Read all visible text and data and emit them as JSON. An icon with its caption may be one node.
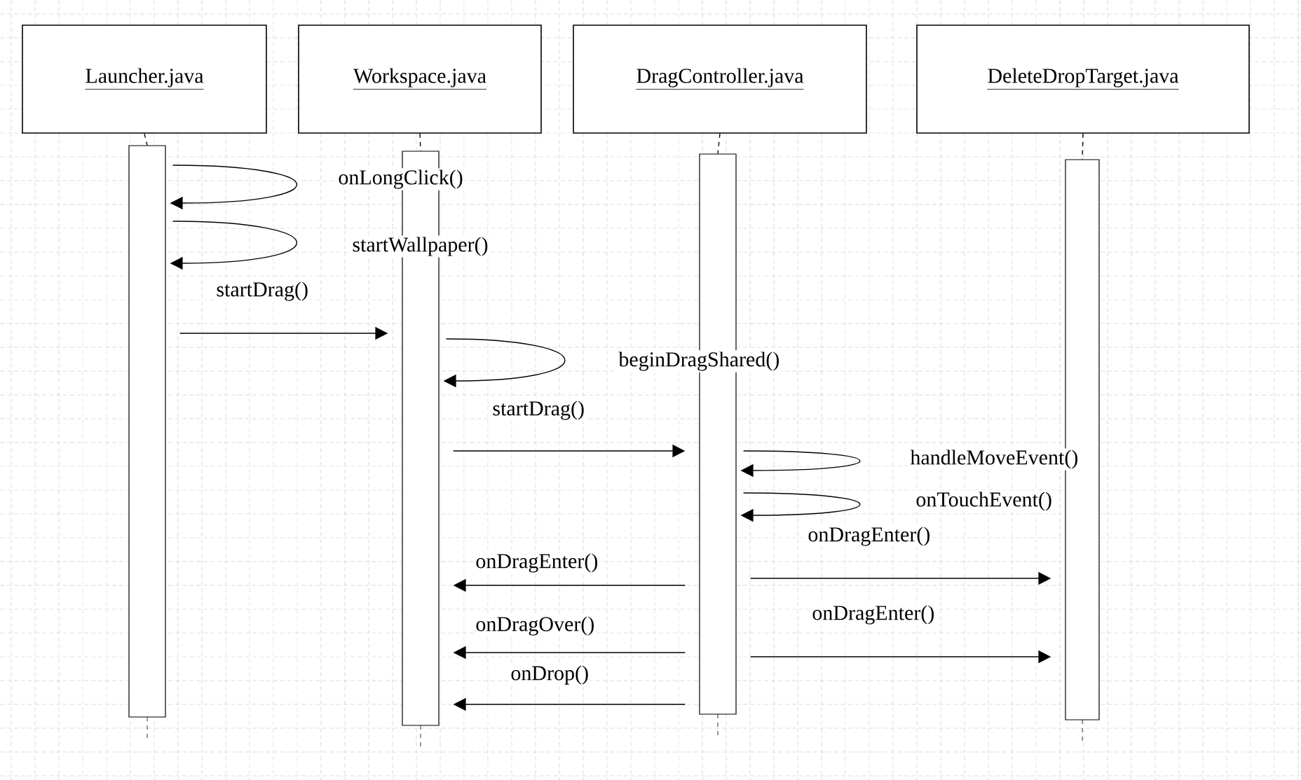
{
  "diagram": {
    "nodes": [
      {
        "text": [
          "Launcher.java"
        ]
      },
      {
        "text": [
          "Workspace.java"
        ]
      },
      {
        "text": [
          "DragController.java"
        ]
      },
      {
        "text": [
          "DeleteDropTarget.java"
        ]
      },
      {
        "text": [],
        "shape": "bar"
      },
      {
        "text": [],
        "shape": "bar"
      },
      {
        "text": [],
        "shape": "bar"
      },
      {
        "text": [],
        "shape": "bar"
      }
    ],
    "edges": [
      {
        "from": 0,
        "to": 4,
        "arrow": "none",
        "style": "dashed"
      },
      {
        "from": 1,
        "to": 5,
        "arrow": "none",
        "style": "dashed"
      },
      {
        "from": 2,
        "to": 6,
        "arrow": "none",
        "style": "dashed"
      },
      {
        "from": 3,
        "to": 7,
        "arrow": "none",
        "style": "dashed"
      },
      {
        "from": 4,
        "to": 4,
        "arrow": "to",
        "label": "onLongClick()"
      },
      {
        "from": 4,
        "to": 4,
        "arrow": "to",
        "label": "startWallpaper()"
      },
      {
        "from": 4,
        "to": 5,
        "arrow": "to",
        "label": "startDrag()"
      },
      {
        "from": 5,
        "to": 5,
        "arrow": "to",
        "label": "beginDragShared()"
      },
      {
        "from": 5,
        "to": 6,
        "arrow": "to",
        "label": "startDrag()"
      },
      {
        "from": 6,
        "to": 6,
        "arrow": "to",
        "label": "handleMoveEvent()"
      },
      {
        "from": 6,
        "to": 6,
        "arrow": "to",
        "label": "onTouchEvent()"
      },
      {
        "from": 6,
        "to": 5,
        "arrow": "to",
        "label": "onDragEnter()"
      },
      {
        "from": 6,
        "to": 7,
        "arrow": "to",
        "label": "onDragEnter()"
      },
      {
        "from": 6,
        "to": 5,
        "arrow": "to",
        "label": "onDragOver()"
      },
      {
        "from": 6,
        "to": 7,
        "arrow": "to",
        "label": "onDragEnter()"
      },
      {
        "from": 6,
        "to": 5,
        "arrow": "to",
        "label": "onDrop()"
      }
    ]
  }
}
